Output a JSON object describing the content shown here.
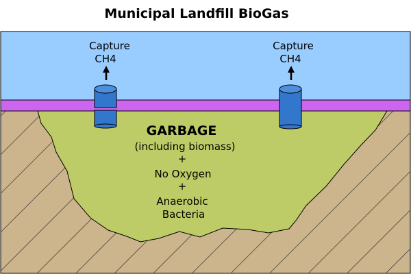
{
  "title": "Municipal Landfill BioGas",
  "colors": {
    "sky": "#99ccff",
    "liner": "#cc66ee",
    "garbage": "#bdcc66",
    "soil": "#ccb48c",
    "pipe": "#3377cc"
  },
  "pipes": [
    {
      "capture_label": "Capture",
      "gas_label": "CH4"
    },
    {
      "capture_label": "Capture",
      "gas_label": "CH4"
    }
  ],
  "garbage": {
    "heading": "GARBAGE",
    "line1": "(including biomass)",
    "plus1": "+",
    "line2": "No Oxygen",
    "plus2": "+",
    "line3": "Anaerobic",
    "line4": "Bacteria"
  }
}
